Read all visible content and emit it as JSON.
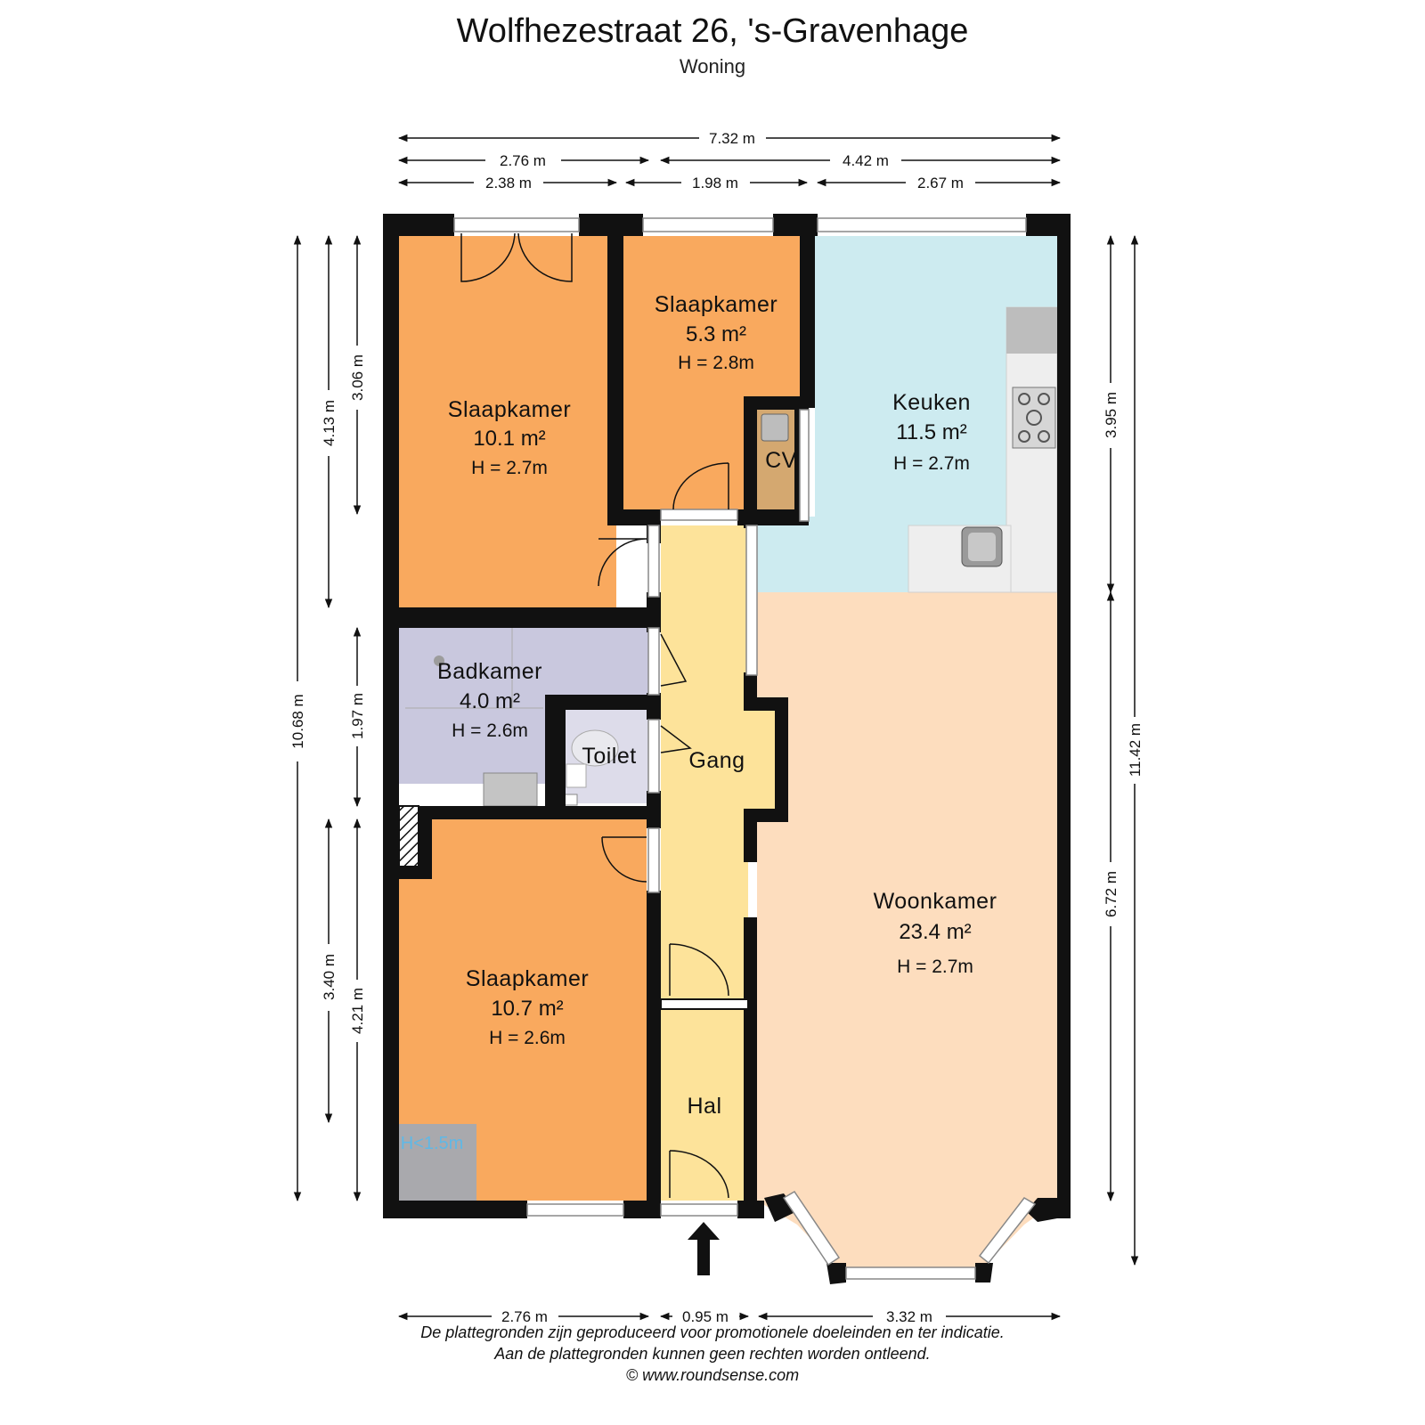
{
  "header": {
    "title": "Wolfhezestraat 26, 's-Gravenhage",
    "subtitle": "Woning"
  },
  "rooms": {
    "slaapkamer_1": {
      "name": "Slaapkamer",
      "area": "10.1 m²",
      "height": "H = 2.7m",
      "color": "#F9A95E"
    },
    "slaapkamer_2": {
      "name": "Slaapkamer",
      "area": "5.3 m²",
      "height": "H = 2.8m",
      "color": "#F9A95E"
    },
    "keuken": {
      "name": "Keuken",
      "area": "11.5 m²",
      "height": "H = 2.7m",
      "color": "#CDEBF0"
    },
    "cv": {
      "name": "CV",
      "color": "#D4A870"
    },
    "badkamer": {
      "name": "Badkamer",
      "area": "4.0 m²",
      "height": "H = 2.6m",
      "color": "#C9C8DE"
    },
    "toilet": {
      "name": "Toilet",
      "color": "#DDDCEA"
    },
    "gang": {
      "name": "Gang",
      "color": "#FDE39A"
    },
    "slaapkamer_3": {
      "name": "Slaapkamer",
      "area": "10.7 m²",
      "height": "H = 2.6m",
      "color": "#F9A95E"
    },
    "woonkamer": {
      "name": "Woonkamer",
      "area": "23.4 m²",
      "height": "H = 2.7m",
      "color": "#FDDDBE"
    },
    "hal": {
      "name": "Hal",
      "color": "#FDE39A"
    },
    "low_ceiling": {
      "label": "H<1.5m",
      "color": "#5FB8E6"
    }
  },
  "dimensions": {
    "top_total": "7.32 m",
    "top_row2_left": "2.76 m",
    "top_row2_right": "4.42 m",
    "top_row3_a": "2.38 m",
    "top_row3_b": "1.98 m",
    "top_row3_c": "2.67 m",
    "bottom_a": "2.76 m",
    "bottom_b": "0.95 m",
    "bottom_c": "3.32 m",
    "left_total": "10.68 m",
    "left_upper": "4.13 m",
    "left_lower": "3.40 m",
    "left_inner_top": "3.06 m",
    "left_inner_mid": "1.97 m",
    "left_inner_bottom": "4.21 m",
    "right_top": "3.95 m",
    "right_bottom": "6.72 m",
    "right_total": "11.42 m"
  },
  "footer": {
    "line1": "De plattegronden zijn geproduceerd voor promotionele doeleinden en ter indicatie.",
    "line2": "Aan de plattegronden kunnen geen rechten worden ontleend.",
    "line3": "© www.roundsense.com"
  },
  "colors": {
    "wall": "#111111",
    "window": "#FFFFFF",
    "counter": "#EEEEEE"
  }
}
